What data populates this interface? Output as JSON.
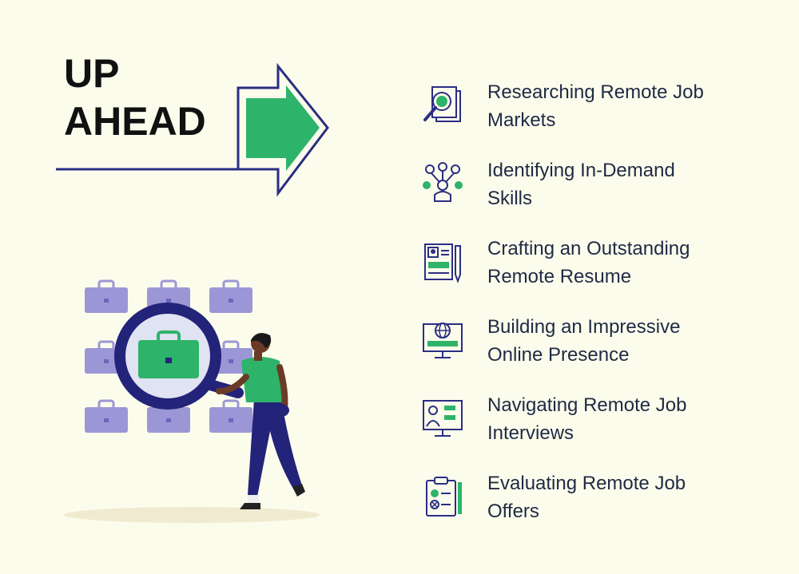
{
  "header": {
    "title_line1": "UP",
    "title_line2": "AHEAD"
  },
  "colors": {
    "background": "#fcfcec",
    "navy": "#2b2e83",
    "green": "#2db36a",
    "briefcase": "#9b97d6",
    "text": "#1f2a44"
  },
  "agenda": {
    "items": [
      {
        "text": "Researching Remote Job\nMarkets",
        "icon": "magnifier-documents-icon"
      },
      {
        "text": "Identifying In-Demand\nSkills",
        "icon": "skills-network-icon"
      },
      {
        "text": "Crafting an Outstanding\nRemote Resume",
        "icon": "resume-pen-icon"
      },
      {
        "text": "Building an Impressive\nOnline Presence",
        "icon": "globe-monitor-icon"
      },
      {
        "text": "Navigating Remote Job\nInterviews",
        "icon": "video-interview-icon"
      },
      {
        "text": "Evaluating Remote Job\nOffers",
        "icon": "clipboard-checklist-icon"
      }
    ]
  }
}
